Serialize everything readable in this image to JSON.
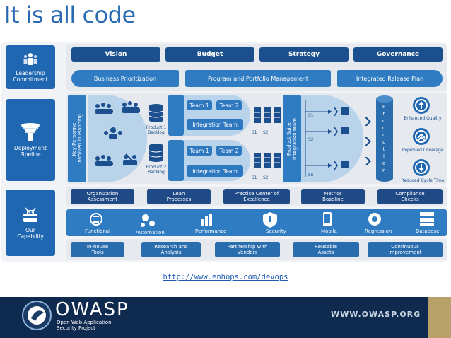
{
  "title": "It is all code",
  "left_blocks": [
    {
      "label": "Leadership\nCommitment"
    },
    {
      "label": "Deployment\nPipeline"
    },
    {
      "label": "Our\nCapability"
    }
  ],
  "top_row": [
    "Vision",
    "Budget",
    "Strategy",
    "Governance"
  ],
  "second_row": [
    "Business Prioritization",
    "Program and Portfolio Management",
    "Integrated Release Plan"
  ],
  "pipeline": {
    "key_personnel": "Key Personnel\nInvolved in Planning",
    "backlog1": "Product 1\nBacklog",
    "backlog2": "Product 2\nBacklog",
    "team1": "Team 1",
    "team2": "Team 2",
    "integration_team": "Integration Team",
    "s1": "S1",
    "s2": "S2",
    "suite_team": "Product Suite\nIntegration team",
    "sn": "Sn",
    "production": "Production",
    "outcomes": [
      "Enhanced Quality",
      "Improved Coverage",
      "Reduced Cycle Time"
    ]
  },
  "practices_row": [
    "Organization\nAssessment",
    "Lean\nProcesses",
    "Practice Center of\nExcellence",
    "Metrics\nBaseline",
    "Compliance\nChecks"
  ],
  "capability_row": [
    "Functional",
    "Automation",
    "Performance",
    "Security",
    "Mobile",
    "Regression",
    "Database"
  ],
  "bottom_row": [
    "In-house\nTools",
    "Research and\nAnalysis",
    "Partnership with\nVendors",
    "Reusable\nAssets",
    "Continuous\nImprovement"
  ],
  "link": "http://www.enhops.com/devops",
  "footer": {
    "brand": "OWASP",
    "subtitle": "Open Web Application\nSecurity Project",
    "url": "WWW.OWASP.ORG"
  },
  "colors": {
    "primary": "#1f67b1",
    "dark": "#1b4f8e",
    "footer": "#0f2a4f",
    "gold": "#b7a06a"
  }
}
